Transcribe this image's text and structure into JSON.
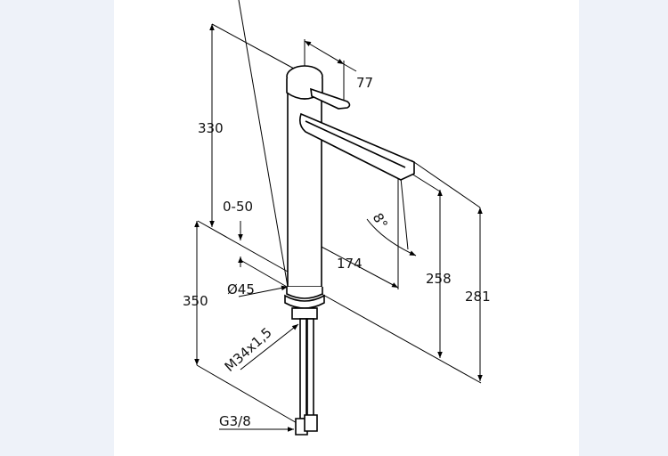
{
  "dimensions": {
    "total_height": "330",
    "counter_thickness": "0-50",
    "lever_offset": "77",
    "spout_reach": "174",
    "outlet_height": "258",
    "spout_top_height": "281",
    "below_counter": "350",
    "spout_angle": "8°",
    "body_diameter": "Ø45",
    "thread": "M34x1,5",
    "connection": "G3/8"
  }
}
